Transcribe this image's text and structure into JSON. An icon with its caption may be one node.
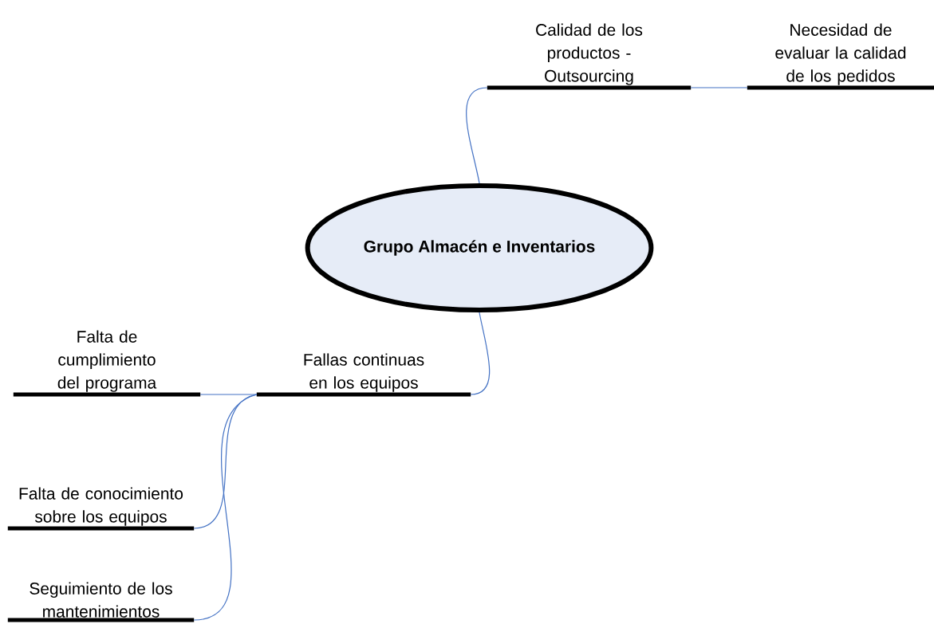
{
  "diagram": {
    "nodes": [
      {
        "text": [
          "Calidad de los productos - Outsourcing"
        ]
      },
      {
        "text": [
          "Necesidad de evaluar la calidad de los pedidos"
        ]
      },
      {
        "text": [
          "Grupo Almacén e Inventarios"
        ]
      },
      {
        "text": [
          "Falta de cumplimiento del programa"
        ]
      },
      {
        "text": [
          "Fallas continuas en los equipos"
        ]
      },
      {
        "text": [
          "Falta de conocimiento sobre los equipos"
        ]
      },
      {
        "text": [
          "Seguimiento de los mantenimientos"
        ]
      }
    ],
    "edges": [
      {
        "from": 2,
        "to": 0,
        "arrow": "none"
      },
      {
        "from": 0,
        "to": 1,
        "arrow": "none"
      },
      {
        "from": 2,
        "to": 4,
        "arrow": "none"
      },
      {
        "from": 4,
        "to": 3,
        "arrow": "none"
      },
      {
        "from": 4,
        "to": 5,
        "arrow": "none"
      },
      {
        "from": 4,
        "to": 6,
        "arrow": "none"
      }
    ]
  }
}
